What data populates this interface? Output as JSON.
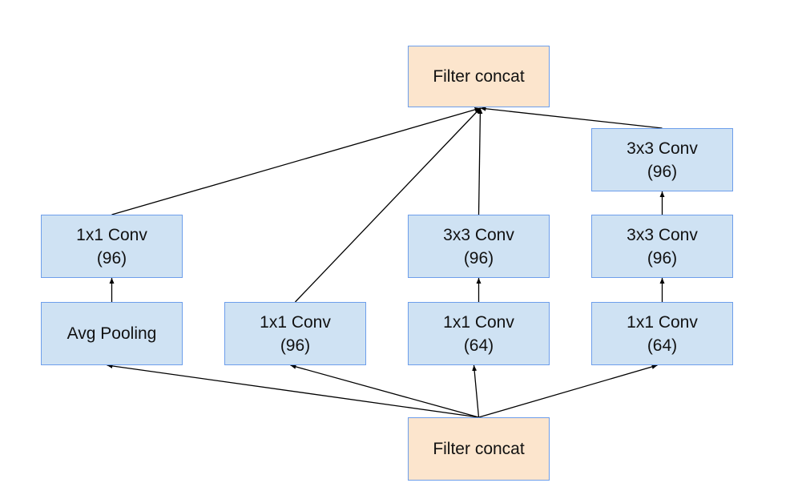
{
  "colors": {
    "conv_fill": "#cfe2f3",
    "concat_fill": "#fce5cd",
    "border": "#6d9eeb",
    "arrow": "#000000"
  },
  "nodes": {
    "top_concat": {
      "line1": "Filter concat"
    },
    "bottom_concat": {
      "line1": "Filter concat"
    },
    "b1_avgpool": {
      "line1": "Avg Pooling"
    },
    "b1_conv": {
      "line1": "1x1 Conv",
      "line2": "(96)"
    },
    "b2_conv": {
      "line1": "1x1 Conv",
      "line2": "(96)"
    },
    "b3_conv1": {
      "line1": "1x1 Conv",
      "line2": "(64)"
    },
    "b3_conv2": {
      "line1": "3x3 Conv",
      "line2": "(96)"
    },
    "b4_conv1": {
      "line1": "1x1 Conv",
      "line2": "(64)"
    },
    "b4_conv2": {
      "line1": "3x3 Conv",
      "line2": "(96)"
    },
    "b4_conv3": {
      "line1": "3x3 Conv",
      "line2": "(96)"
    }
  },
  "edges": [
    {
      "from": "bottom_concat",
      "to": "b1_avgpool"
    },
    {
      "from": "bottom_concat",
      "to": "b2_conv"
    },
    {
      "from": "bottom_concat",
      "to": "b3_conv1"
    },
    {
      "from": "bottom_concat",
      "to": "b4_conv1"
    },
    {
      "from": "b1_avgpool",
      "to": "b1_conv"
    },
    {
      "from": "b3_conv1",
      "to": "b3_conv2"
    },
    {
      "from": "b4_conv1",
      "to": "b4_conv2"
    },
    {
      "from": "b4_conv2",
      "to": "b4_conv3"
    },
    {
      "from": "b1_conv",
      "to": "top_concat"
    },
    {
      "from": "b2_conv",
      "to": "top_concat"
    },
    {
      "from": "b3_conv2",
      "to": "top_concat"
    },
    {
      "from": "b4_conv3",
      "to": "top_concat"
    }
  ]
}
